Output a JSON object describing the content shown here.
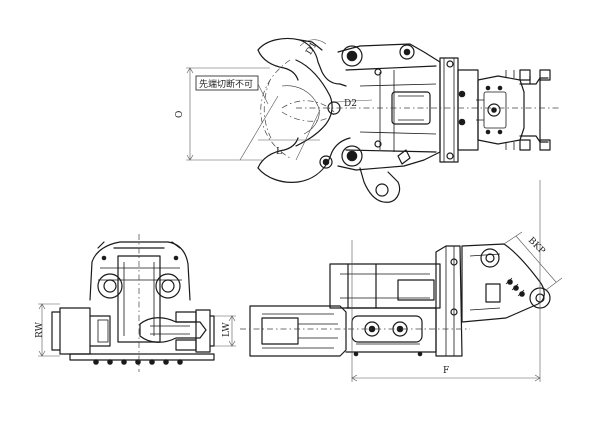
{
  "labels": {
    "note_text": "先端切断不可",
    "dim_O": "O",
    "dim_L": "L",
    "dim_D1": "D1",
    "dim_D2": "D2",
    "dim_BKP": "BKP",
    "dim_RW": "RW",
    "dim_LW": "LW",
    "dim_F": "F"
  },
  "colors": {
    "line": "#1a1a1a",
    "background": "#ffffff"
  }
}
